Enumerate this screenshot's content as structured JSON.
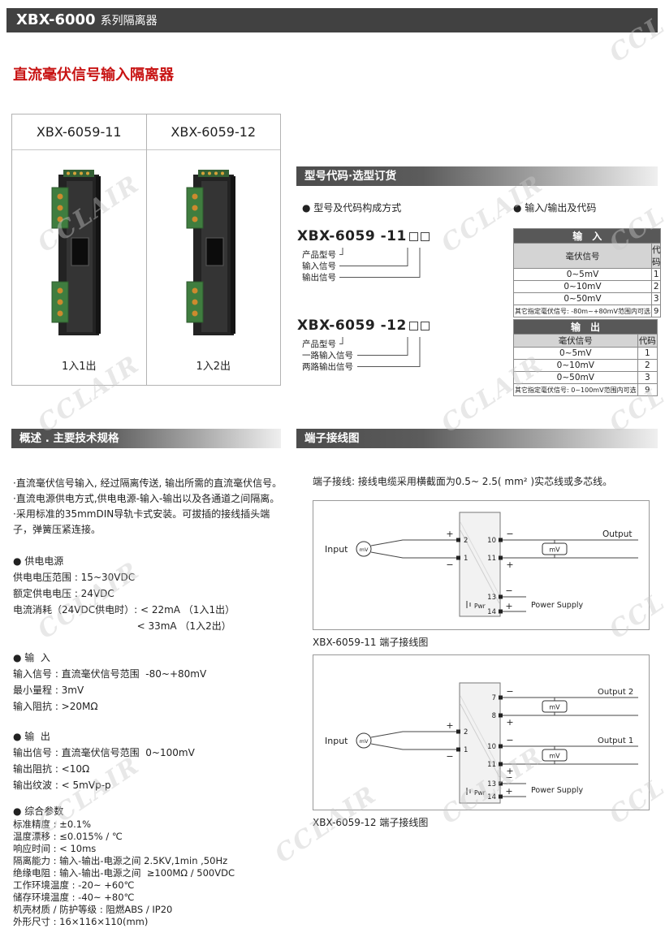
{
  "page": {
    "watermark": "CCLAIR",
    "header": {
      "model": "XBX-6000",
      "suffix": "系列隔离器"
    },
    "title": "直流毫伏信号输入隔离器"
  },
  "products": {
    "items": [
      {
        "model": "XBX-6059-11",
        "caption": "1入1出"
      },
      {
        "model": "XBX-6059-12",
        "caption": "1入2出"
      }
    ]
  },
  "ordering": {
    "section_title": "型号代码·选型订货",
    "bullet_left": "● 型号及代码构成方式",
    "bullet_right": "● 输入/输出及代码",
    "model1": {
      "code": "XBX-6059 -11",
      "labels": [
        "产品型号",
        "输入信号",
        "输出信号"
      ]
    },
    "model2": {
      "code": "XBX-6059 -12",
      "labels": [
        "产品型号",
        "一路输入信号",
        "两路输出信号"
      ]
    },
    "input_table": {
      "title": "输　入",
      "col_signal": "毫伏信号",
      "col_code": "代码",
      "rows": [
        [
          "0~5mV",
          "1"
        ],
        [
          "0~10mV",
          "2"
        ],
        [
          "0~50mV",
          "3"
        ]
      ],
      "footer_text": "其它指定毫伏信号: -80m~+80mV范围内可选",
      "footer_code": "9"
    },
    "output_table": {
      "title": "输　出",
      "col_signal": "毫伏信号",
      "col_code": "代码",
      "rows": [
        [
          "0~5mV",
          "1"
        ],
        [
          "0~10mV",
          "2"
        ],
        [
          "0~50mV",
          "3"
        ]
      ],
      "footer_text": "其它指定毫伏信号: 0~100mV范围内可选",
      "footer_code": "9"
    }
  },
  "specs": {
    "section_title": "概述 . 主要技术规格",
    "intro": [
      "·直流毫伏信号输入, 经过隔离传送, 输出所需的直流毫伏信号。",
      "·直流电源供电方式,供电电源-输入-输出以及各通道之间隔离。",
      "·采用标准的35mmDIN导轨卡式安装。可拔插的接线插头端子，弹簧压紧连接。"
    ],
    "groups": [
      {
        "title": "● 供电电源",
        "lines": [
          "供电电压范围 : 15~30VDC",
          "额定供电电压 : 24VDC",
          "电流消耗（24VDC供电时）: < 22mA （1入1出）",
          "                                        < 33mA （1入2出）"
        ]
      },
      {
        "title": "● 输  入",
        "lines": [
          "输入信号 : 直流毫伏信号范围  -80~+80mV",
          "最小量程 : 3mV",
          "输入阻抗 : >20MΩ"
        ]
      },
      {
        "title": "● 输  出",
        "lines": [
          "输出信号 : 直流毫伏信号范围  0~100mV",
          "输出阻抗 : <10Ω",
          "输出纹波 : < 5mVp-p"
        ]
      },
      {
        "title": "● 综合参数",
        "lines": [
          "标准精度 : ±0.1%",
          "温度漂移 : ≤0.015% / ℃",
          "响应时间 : < 10ms",
          "隔离能力 : 输入-输出-电源之间 2.5KV,1min ,50Hz",
          "绝缘电阻 : 输入-输出-电源之间  ≥100MΩ / 500VDC",
          "工作环境温度 : -20~ +60℃",
          "储存环境温度 : -40~ +80℃",
          "机壳材质 / 防护等级 : 阻燃ABS / IP20",
          "外形尺寸 : 16×116×110(mm)"
        ]
      }
    ]
  },
  "wiring": {
    "section_title": "端子接线图",
    "note": "端子接线: 接线电缆采用横截面为0.5~ 2.5( mm² )实芯线或多芯线。",
    "labels": {
      "input": "Input",
      "output": "Output",
      "output1": "Output 1",
      "output2": "Output 2",
      "mv": "mV",
      "power": "Power Supply",
      "pwr": "Pwr",
      "plus": "+",
      "minus": "−"
    },
    "diagram1": {
      "caption": "XBX-6059-11 端子接线图",
      "terminals": {
        "in_top": "2",
        "in_bottom": "1",
        "out_top": "10",
        "out_bottom": "11",
        "pwr_top": "13",
        "pwr_bottom": "14"
      }
    },
    "diagram2": {
      "caption": "XBX-6059-12 端子接线图",
      "terminals": {
        "in_top": "2",
        "in_bottom": "1",
        "out2_top": "7",
        "out2_bottom": "8",
        "out1_top": "10",
        "out1_bottom": "11",
        "pwr_top": "13",
        "pwr_bottom": "14"
      }
    }
  }
}
